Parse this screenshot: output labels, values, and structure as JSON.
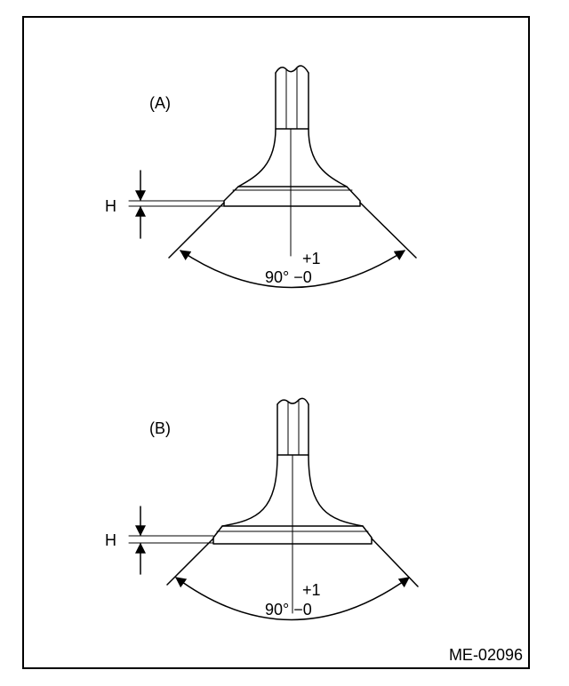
{
  "figure": {
    "diagram_a": {
      "label": "(A)",
      "height_label": "H",
      "angle_top": "+1",
      "angle_bottom": "90° −0"
    },
    "diagram_b": {
      "label": "(B)",
      "height_label": "H",
      "angle_top": "+1",
      "angle_bottom": "90° −0"
    },
    "code": "ME-02096",
    "colors": {
      "line": "#000000",
      "background": "#ffffff"
    }
  }
}
